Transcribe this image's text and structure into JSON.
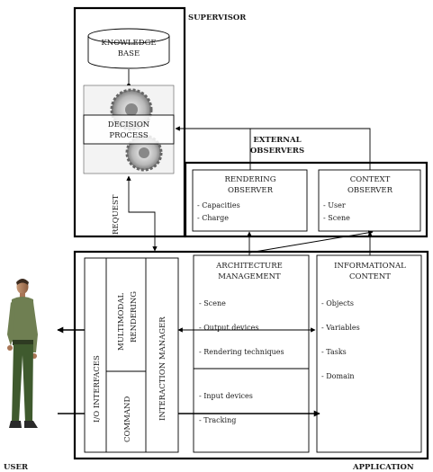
{
  "supervisor": {
    "title": "SUPERVISOR",
    "knowledge_base": [
      "KNOWLEDGE",
      "BASE"
    ],
    "decision_process": [
      "DECISION",
      "PROCESS"
    ],
    "request_label": "REQUEST"
  },
  "external_observers": {
    "title": [
      "EXTERNAL",
      "OBSERVERS"
    ],
    "rendering_observer": {
      "title": [
        "RENDERING",
        "OBSERVER"
      ],
      "items": [
        "- Capacities",
        "- Charge"
      ]
    },
    "context_observer": {
      "title": [
        "CONTEXT",
        "OBSERVER"
      ],
      "items": [
        "- User",
        "- Scene"
      ]
    }
  },
  "application": {
    "title": "APPLICATION",
    "io_interfaces": "I/O INTERFACES",
    "multimodal_rendering": [
      "MULTIMODAL",
      "RENDERING"
    ],
    "command": "COMMAND",
    "interaction_manager": "INTERACTION MANAGER",
    "architecture_management": {
      "title": [
        "ARCHITECTURE",
        "MANAGEMENT"
      ],
      "items_top": [
        "- Scene",
        "- Output devices",
        "- Rendering techniques"
      ],
      "items_bottom": [
        "- Input devices",
        "- Tracking"
      ]
    },
    "informational_content": {
      "title": [
        "INFORMATIONAL",
        "CONTENT"
      ],
      "items": [
        "- Objects",
        "- Variables",
        "- Tasks",
        "- Domain"
      ]
    }
  },
  "user_label": "USER"
}
